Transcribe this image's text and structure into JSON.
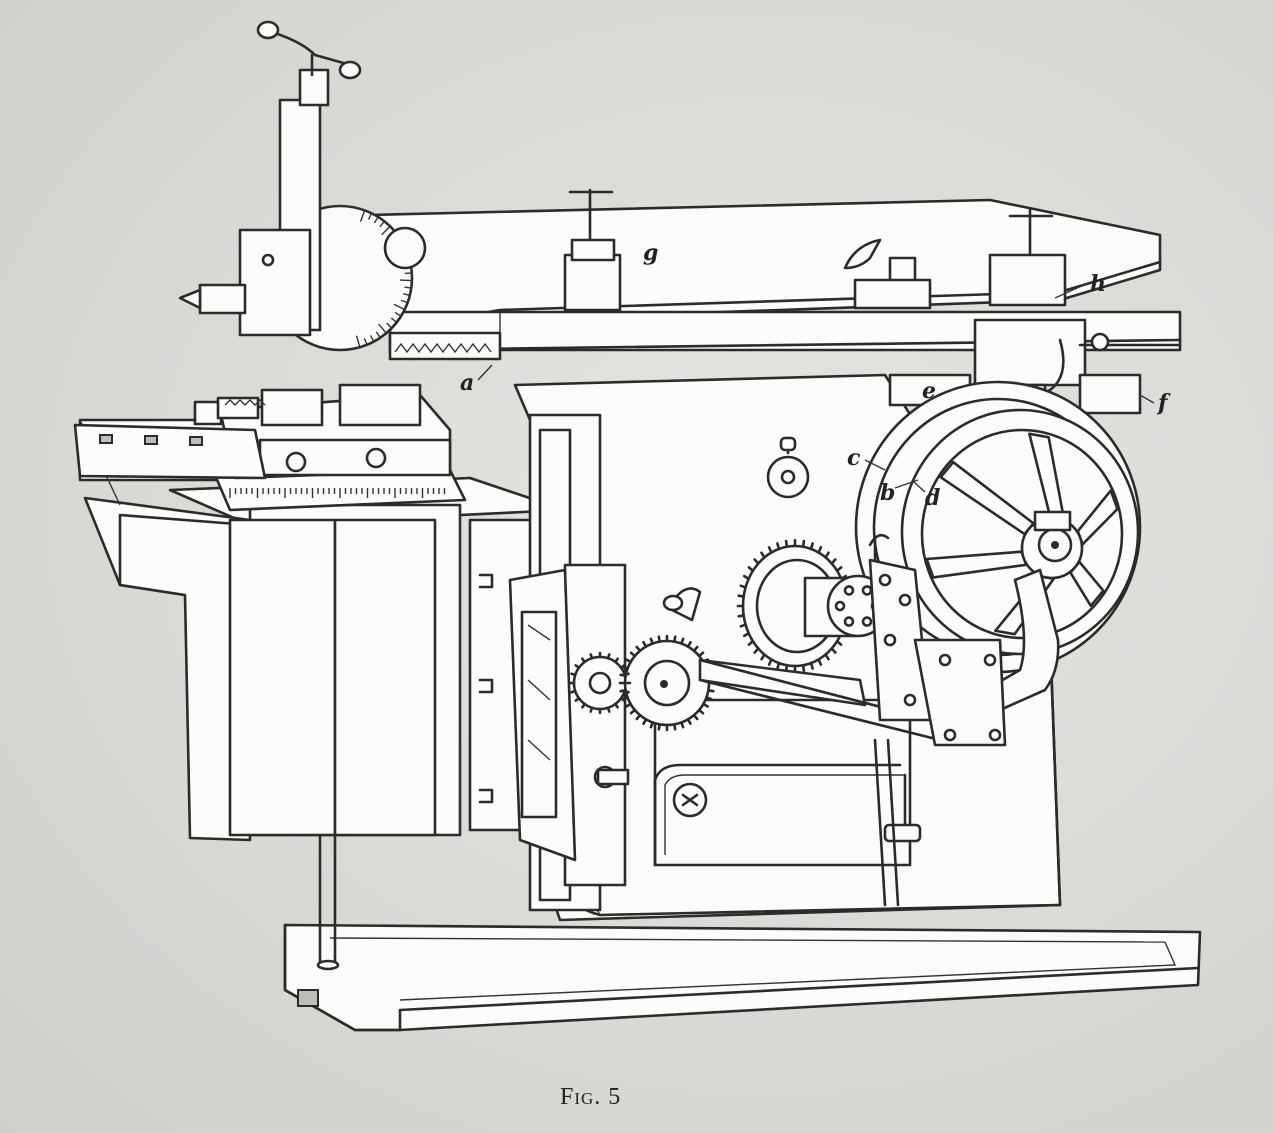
{
  "figure": {
    "caption_prefix": "Fig.",
    "caption_number": "5"
  },
  "callouts": {
    "a": "a",
    "b": "b",
    "c": "c",
    "d": "d",
    "e": "e",
    "f": "f",
    "g": "g",
    "h": "h"
  },
  "colors": {
    "ink": "#2b2b2b",
    "paper": "#dcdcd9"
  }
}
